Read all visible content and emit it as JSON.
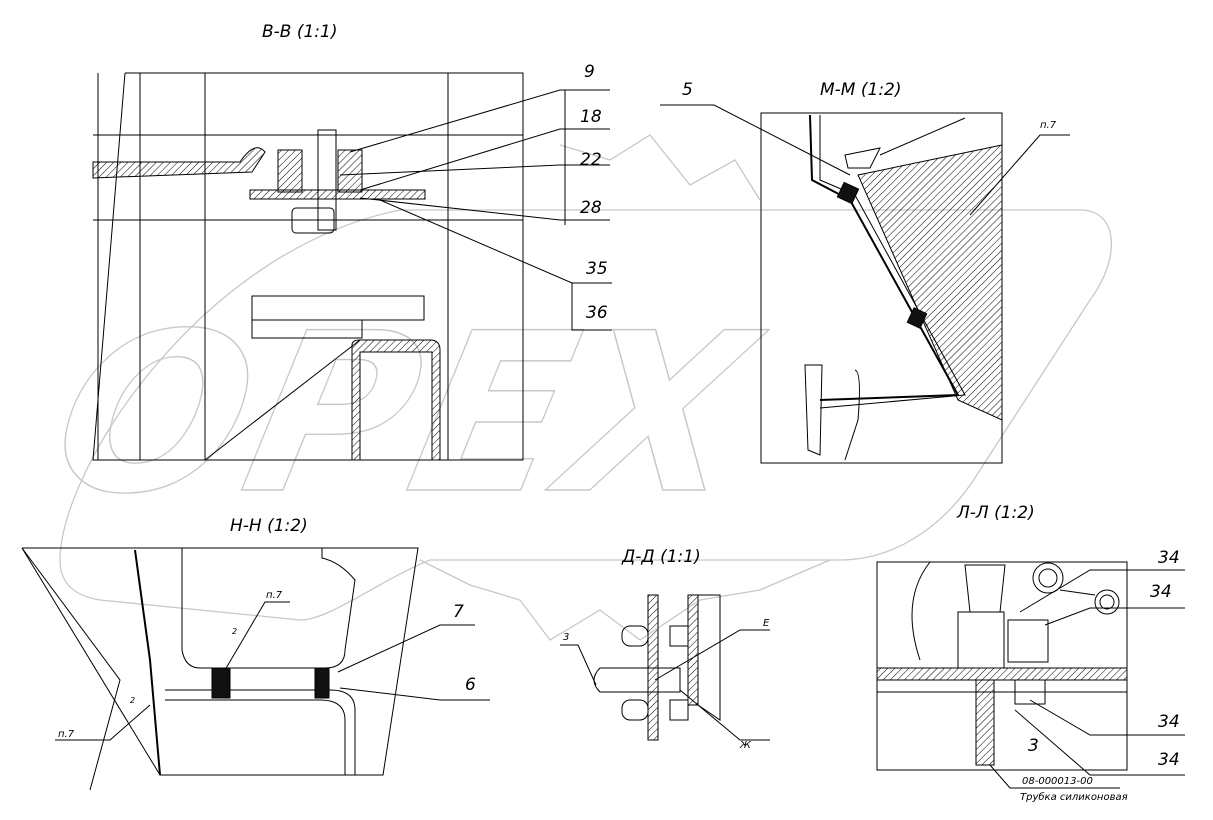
{
  "watermark": {
    "text": "OPEX"
  },
  "views": {
    "bb": {
      "title": "В-В (1:1)",
      "callouts": [
        "9",
        "18",
        "22",
        "28",
        "35",
        "36"
      ]
    },
    "mm": {
      "title": "М-М (1:2)",
      "callouts": [
        "5",
        "п.7"
      ]
    },
    "hh": {
      "title": "Н-Н (1:2)",
      "callouts": [
        "п.7",
        "7",
        "6",
        "п.7",
        "2",
        "2"
      ]
    },
    "dd": {
      "title": "Д-Д (1:1)",
      "callouts": [
        "3",
        "Е",
        "Ж"
      ]
    },
    "ll": {
      "title": "Л-Л (1:2)",
      "callouts": [
        "34",
        "34",
        "34",
        "34",
        "3"
      ],
      "part_number": "08-000013-00",
      "part_name": "Трубка силиконовая"
    }
  }
}
